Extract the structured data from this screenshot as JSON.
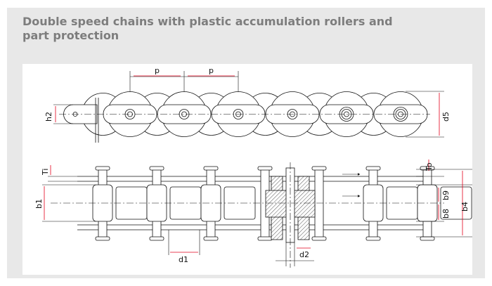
{
  "title": "Double speed chains with plastic accumulation rollers and part protection",
  "labels": {
    "p": "p",
    "h2": "h2",
    "d5": "d5",
    "ti": "Ti",
    "to": "To",
    "b1": "b1",
    "b4": "b4",
    "b8": "b8",
    "b9": "b9",
    "d1": "d1",
    "d2": "d2"
  },
  "colors": {
    "background": "#e8e8e8",
    "title": "#7d7d7d",
    "drawing_line": "#111111",
    "dimension_marker": "#e3001b"
  }
}
